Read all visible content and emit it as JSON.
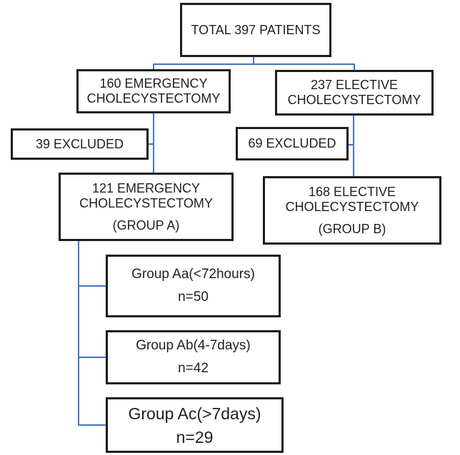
{
  "diagram": {
    "connector_color": "#4472C4",
    "box_border_color": "#1c1c1c",
    "background_color": "#ffffff",
    "nodes": {
      "total": {
        "line1": "TOTAL 397 PATIENTS"
      },
      "emergency": {
        "line1": "160 EMERGENCY",
        "line2": "CHOLECYSTECTOMY"
      },
      "elective": {
        "line1": "237 ELECTIVE",
        "line2": "CHOLECYSTECTOMY"
      },
      "excluded_emergency": {
        "line1": "39 EXCLUDED"
      },
      "excluded_elective": {
        "line1": "69 EXCLUDED"
      },
      "group_a": {
        "line1": "121 EMERGENCY",
        "line2": "CHOLECYSTECTOMY",
        "sublabel": "(GROUP A)"
      },
      "group_b": {
        "line1": "168 ELECTIVE",
        "line2": "CHOLECYSTECTOMY",
        "sublabel": "(GROUP B)"
      },
      "group_aa": {
        "title": "Group Aa(<72hours)",
        "count": "n=50"
      },
      "group_ab": {
        "title": "Group Ab(4-7days)",
        "count": "n=42"
      },
      "group_ac": {
        "title": "Group Ac(>7days)",
        "count": "n=29"
      }
    }
  }
}
